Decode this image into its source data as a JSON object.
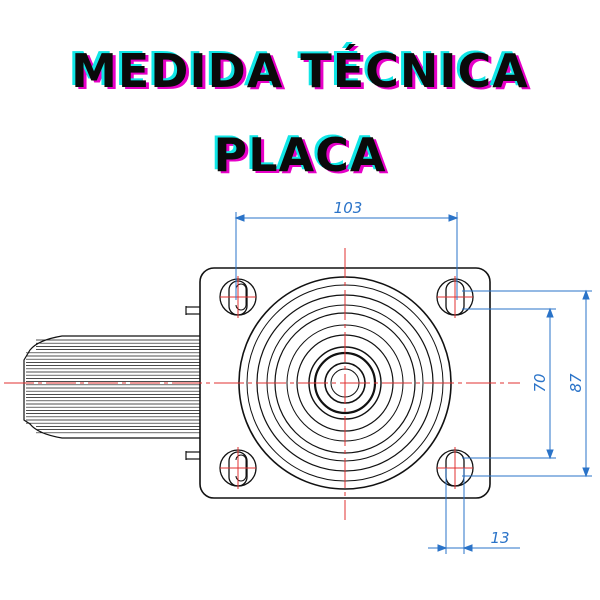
{
  "title": {
    "line1": "MEDIDA TÉCNICA",
    "line2": "PLACA"
  },
  "dimensions": {
    "width": "103",
    "hole_spacing": "70",
    "height": "87",
    "slot": "13"
  },
  "colors": {
    "title_text": "#0a0a0a",
    "title_shadow_cyan": "#10e6e6",
    "title_shadow_magenta": "#e600c8",
    "dimension_lines": "#2a73c8",
    "center_lines": "#e03030",
    "outline": "#111111"
  }
}
